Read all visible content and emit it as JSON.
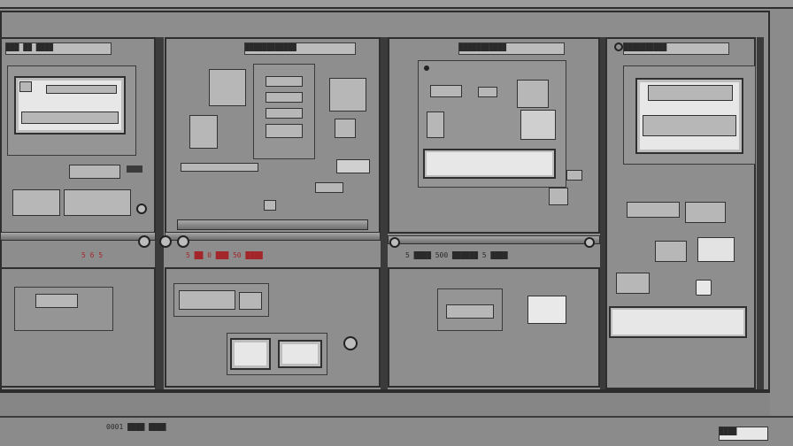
{
  "footer": {
    "left_text": "0001 ████ ████",
    "right_text": "████"
  },
  "panels": {
    "p1": {
      "strip_text": "███ ██ ████"
    },
    "p2": {
      "strip_text": "████████████"
    },
    "p3": {
      "strip_text": "███████████"
    },
    "p4": {
      "strip_text": "██████████"
    }
  },
  "rail_text": {
    "left": "5 6 5",
    "mid": "5 ██ 0 ███ 50 ████",
    "right": "5 ████ 500 ██████ 5 ████"
  },
  "icons": {
    "power": "power-icon",
    "knob": "knob-icon"
  }
}
